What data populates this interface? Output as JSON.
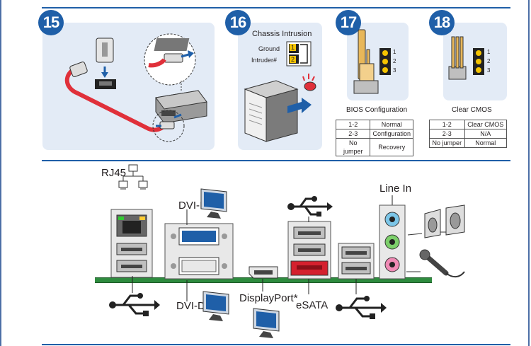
{
  "steps": [
    "15",
    "16",
    "17",
    "18"
  ],
  "chassis": {
    "title": "Chassis Intrusion",
    "pin_labels": [
      "Ground",
      "Intruder#"
    ],
    "pin_numbers": [
      "1",
      "2"
    ]
  },
  "bios": {
    "title": "BIOS Configuration",
    "pins": [
      "1",
      "2",
      "3"
    ],
    "rows": [
      [
        "1-2",
        "Normal"
      ],
      [
        "2-3",
        "Configuration"
      ],
      [
        "No jumper",
        "Recovery"
      ]
    ]
  },
  "cmos": {
    "title": "Clear CMOS",
    "pins": [
      "1",
      "2",
      "3"
    ],
    "rows": [
      [
        "1-2",
        "Clear CMOS"
      ],
      [
        "2-3",
        "N/A"
      ],
      [
        "No jumper",
        "Normal"
      ]
    ]
  },
  "ports": {
    "rj45": "RJ45",
    "dvi_i": "DVI-I",
    "dvi_d": "DVI-D",
    "displayport": "DisplayPort*",
    "esata": "eSATA",
    "line_in": "Line In"
  },
  "colors": {
    "accent": "#1f5fa8",
    "panel": "#e3ebf6",
    "board": "#2e8b3e",
    "sata_cable": "#e0303a",
    "jumper": "#e8b75a"
  }
}
